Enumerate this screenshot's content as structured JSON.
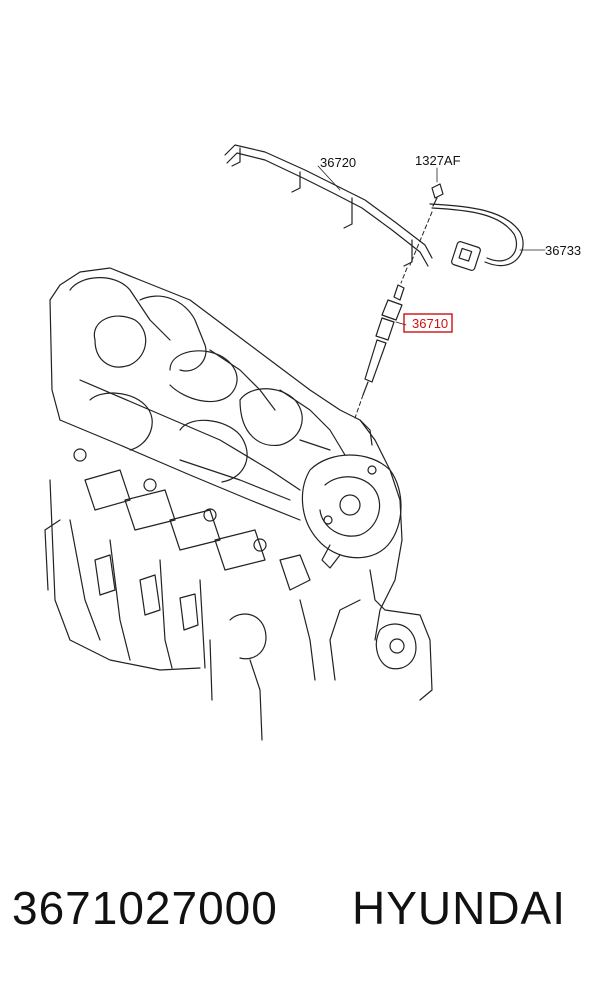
{
  "callouts": {
    "wiring_harness": "36720",
    "clip": "1327AF",
    "connector_cable": "36733",
    "glow_plug": "36710"
  },
  "footer": {
    "part_number": "3671027000",
    "brand": "HYUNDAI"
  },
  "colors": {
    "line": "#222222",
    "highlight": "#cc1111",
    "background": "#ffffff"
  }
}
